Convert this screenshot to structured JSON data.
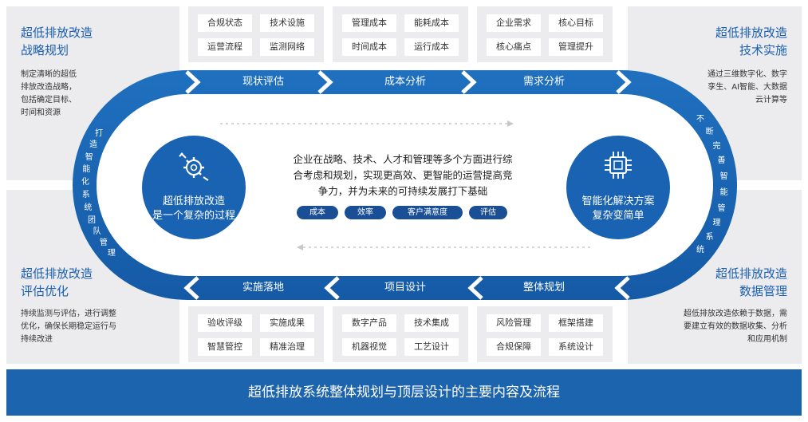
{
  "corners": {
    "top_left": {
      "title": "超低排放改造\n战略规划",
      "desc": "制定清晰的超低\n排放改造战略，\n包括确定目标、\n时间和资源"
    },
    "top_right": {
      "title": "超低排放改造\n技术实施",
      "desc": "通过三维数字化、数字\n孪生、AI智能、大数据\n云计算等"
    },
    "bottom_left": {
      "title": "超低排放改造\n评估优化",
      "desc": "持续监测与评估，进行调整\n优化，确保长期稳定运行与\n持续改进"
    },
    "bottom_right": {
      "title": "超低排放改造\n数据管理",
      "desc": "超低排放改造依赖于数据，需\n要建立有效的数据收集、分析\n和应用机制"
    }
  },
  "top_groups": [
    [
      "合规状态",
      "技术设施",
      "运营流程",
      "监测网络"
    ],
    [
      "管理成本",
      "能耗成本",
      "时间成本",
      "运行成本"
    ],
    [
      "企业需求",
      "核心目标",
      "核心痛点",
      "管理提升"
    ]
  ],
  "bottom_groups": [
    [
      "验收评级",
      "实施成果",
      "智慧管控",
      "精准治理"
    ],
    [
      "数字产品",
      "技术集成",
      "机器视觉",
      "工艺设计"
    ],
    [
      "风险管理",
      "框架搭建",
      "合规保障",
      "系统设计"
    ]
  ],
  "top_segments": [
    "现状评估",
    "成本分析",
    "需求分析"
  ],
  "bottom_segments": [
    "实施落地",
    "项目设计",
    "整体规划"
  ],
  "left_arc_text": "打造智能化系统团队管理",
  "right_arc_text": "不断完善智能管理系统",
  "left_circle": {
    "line1": "超低排放改造",
    "line2": "是一个复杂的过程",
    "icon": "gear-wrench-icon"
  },
  "right_circle": {
    "line1": "智能化解决方案",
    "line2": "复杂变简单",
    "icon": "chip-icon"
  },
  "center_text": "企业在战略、技术、人才和管理等多个方面进行综\n合考虑和规划，实现更高效、更智能的运营提高竞\n争力，并为未来的可持续发展打下基础",
  "pills": [
    "成本",
    "效率",
    "客户满意度",
    "评估"
  ],
  "footer_title": "超低排放系统整体规划与顶层设计的主要内容及流程",
  "colors": {
    "primary": "#1a63b2",
    "dark": "#1a4f95",
    "panel": "#ececee",
    "title_blue": "#1a5fb0"
  }
}
